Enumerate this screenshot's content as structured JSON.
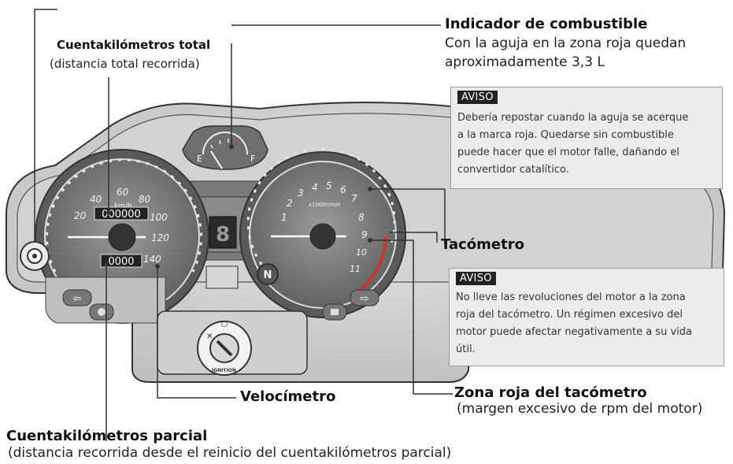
{
  "labels": {
    "odometer_title": "Cuentakilómetros total",
    "odometer_sub": "(distancia total recorrida)",
    "fuel_title": "Indicador de combustible",
    "fuel_sub_line1": "Con la aguja en la zona roja quedan",
    "fuel_sub_line2": "aproximadamente 3,3 L",
    "tach_title": "Tacómetro",
    "speedo_title": "Velocímetro",
    "redzone_title": "Zona roja del tacómetro",
    "redzone_sub": "(margen excesivo de rpm del motor)",
    "trip_title": "Cuentakilómetros parcial",
    "trip_sub": "(distancia recorrida desde el reinicio del cuentakilómetros parcial)"
  },
  "notices": {
    "fuel": {
      "tag": "AVISO",
      "lines": [
        "Debería repostar cuando la aguja se acerque",
        "a la marca roja. Quedarse sin combustible",
        "puede hacer que el motor falle, dañando el",
        "convertidor catalítico."
      ]
    },
    "tach": {
      "tag": "AVISO",
      "lines": [
        "No lleve las revoluciones del motor a la zona",
        "roja del tacómetro. Un régimen excesivo del",
        "motor puede afectar negativamente a su vida",
        "útil."
      ]
    }
  },
  "dash": {
    "speedo_unit": "km/h",
    "speedo_ticks": [
      "20",
      "40",
      "60",
      "80",
      "100",
      "120",
      "140"
    ],
    "tach_unit": "x1000r/min",
    "tach_ticks": [
      "1",
      "2",
      "3",
      "4",
      "5",
      "6",
      "7",
      "8",
      "9",
      "10",
      "11"
    ],
    "fuel_empty": "E",
    "fuel_full": "F",
    "gear": "8",
    "neutral": "N",
    "odo_digits": "000000",
    "trip_digits": "0000",
    "ignition": "IGNITION"
  },
  "colors": {
    "tag_bg": "#222222",
    "box_bg": "#ececec",
    "redline": "#c0392b"
  }
}
